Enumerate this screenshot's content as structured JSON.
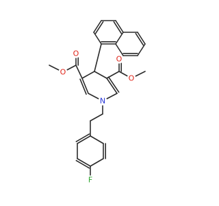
{
  "molecule": {
    "atoms": [
      {
        "id": "O1",
        "label": "O",
        "color": "#e0261b"
      },
      {
        "id": "O2",
        "label": "O",
        "color": "#e0261b"
      },
      {
        "id": "O3",
        "label": "O",
        "color": "#e0261b"
      },
      {
        "id": "O4",
        "label": "O",
        "color": "#e0261b"
      },
      {
        "id": "N1",
        "label": "N",
        "color": "#2433d6"
      },
      {
        "id": "F1",
        "label": "F",
        "color": "#2aa52a"
      }
    ],
    "bond_color": "#2b2b2b"
  }
}
